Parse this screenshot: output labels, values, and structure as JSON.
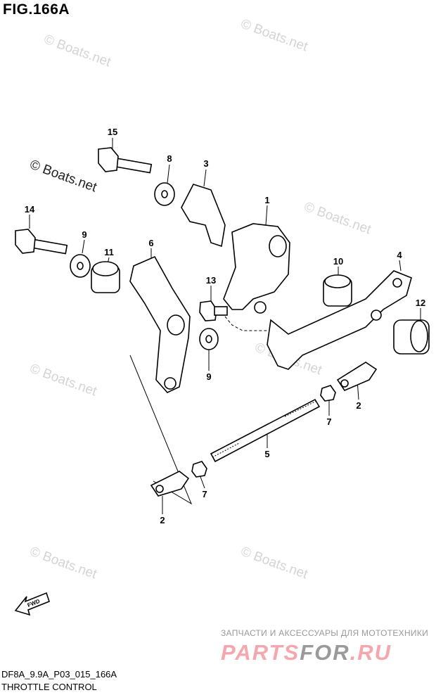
{
  "figure_title": "FIG.166A",
  "watermark": "© Boats.net",
  "callouts": [
    "15",
    "8",
    "3",
    "1",
    "14",
    "9",
    "11",
    "6",
    "10",
    "4",
    "13",
    "12",
    "9",
    "2",
    "7",
    "5",
    "7",
    "2"
  ],
  "fwd_label": "FWD",
  "footer": {
    "code": "DF8A_9.9A_P03_015_166A",
    "subtitle": "THROTTLE CONTROL"
  },
  "partsfor": {
    "tagline": "ЗАПЧАСТИ И АКСЕССУАРЫ ДЛЯ МОТОТЕХНИКИ",
    "logo_a": "PARTS",
    "logo_b": "FOR",
    "logo_c": ".RU"
  }
}
